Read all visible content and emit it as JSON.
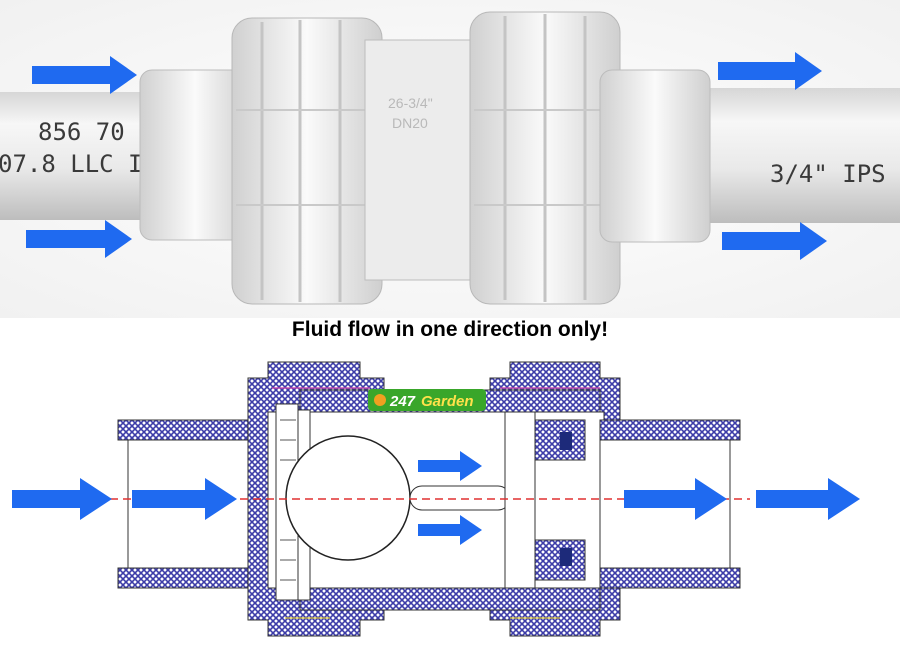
{
  "photo": {
    "pipe_print_left_line1": "856 70",
    "pipe_print_left_line2": "07.8 LLC I",
    "pipe_print_right": "3/4\" IPS",
    "fitting_label_line1": "26-3/4\"",
    "fitting_label_line2": "DN20"
  },
  "caption": "Fluid flow in one direction only!",
  "logo": {
    "number": "247",
    "word": "Garden"
  },
  "colors": {
    "arrow": "#1f6af0",
    "hatch": "#3c3ca8",
    "centerline": "#e03030",
    "logo_green": "#2f8a22",
    "logo_bg": "#39a62a"
  }
}
